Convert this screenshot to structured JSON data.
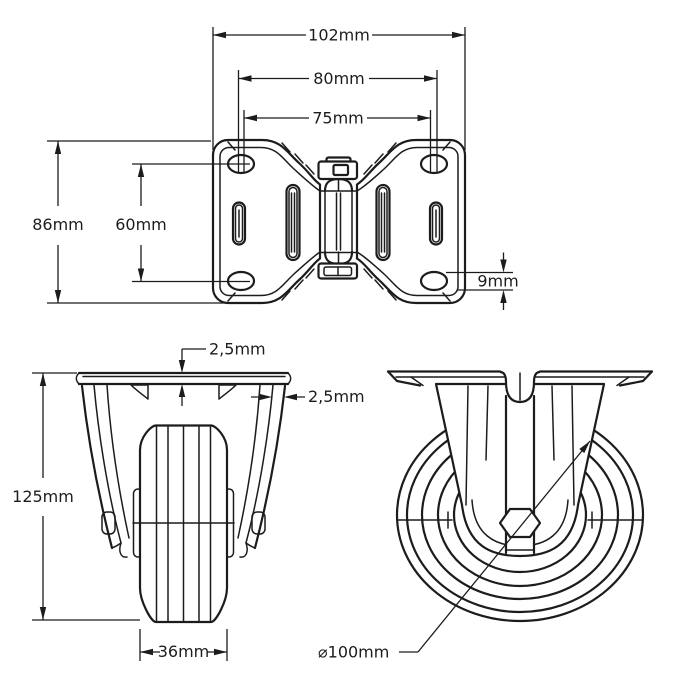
{
  "drawing": {
    "background_color": "#ffffff",
    "line_color": "#1c1c1c",
    "views": {
      "top_view": {
        "name": "mounting-plate-top-view",
        "dimensions": {
          "overall_width": "102mm",
          "hole_pitch_outer": "80mm",
          "hole_pitch_inner": "75mm",
          "overall_depth": "86mm",
          "hole_pitch_depth": "60mm",
          "hole_height": "9mm"
        }
      },
      "front_view": {
        "name": "caster-front-view",
        "dimensions": {
          "plate_thickness": "2,5mm",
          "leg_thickness": "2,5mm",
          "overall_height": "125mm",
          "wheel_width": "36mm"
        }
      },
      "side_view": {
        "name": "caster-side-view",
        "dimensions": {
          "wheel_diameter": "⌀100mm"
        }
      }
    }
  }
}
